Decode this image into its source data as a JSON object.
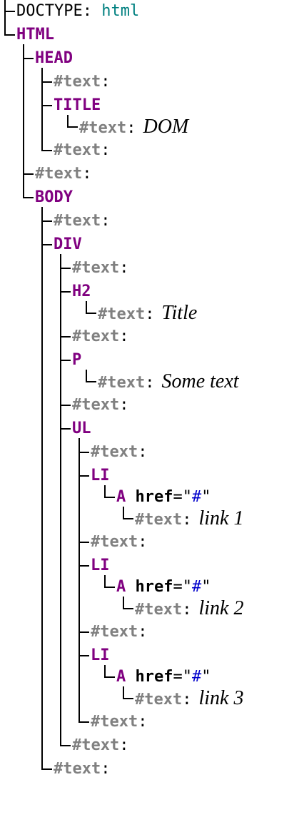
{
  "colors": {
    "tag": "#800080",
    "text_node": "#808080",
    "attr_value": "#0000cc",
    "doctype_value": "#008080",
    "lines": "#000000"
  },
  "nodes": [
    {
      "type": "doctype",
      "label": "DOCTYPE:",
      "value": "html",
      "depth": 0
    },
    {
      "type": "tag",
      "label": "HTML",
      "depth": 0
    },
    {
      "type": "tag",
      "label": "HEAD",
      "depth": 1
    },
    {
      "type": "text",
      "label": "#text",
      "depth": 2
    },
    {
      "type": "tag",
      "label": "TITLE",
      "depth": 2
    },
    {
      "type": "text",
      "label": "#text",
      "content": "DOM",
      "depth": 3,
      "compact": true
    },
    {
      "type": "text",
      "label": "#text",
      "depth": 2
    },
    {
      "type": "text",
      "label": "#text",
      "depth": 1
    },
    {
      "type": "tag",
      "label": "BODY",
      "depth": 1
    },
    {
      "type": "text",
      "label": "#text",
      "depth": 2
    },
    {
      "type": "tag",
      "label": "DIV",
      "depth": 2
    },
    {
      "type": "text",
      "label": "#text",
      "depth": 3
    },
    {
      "type": "tag",
      "label": "H2",
      "depth": 3
    },
    {
      "type": "text",
      "label": "#text",
      "content": "Title",
      "depth": 4,
      "compact": true
    },
    {
      "type": "text",
      "label": "#text",
      "depth": 3
    },
    {
      "type": "tag",
      "label": "P",
      "depth": 3
    },
    {
      "type": "text",
      "label": "#text",
      "content": "Some text",
      "depth": 4,
      "compact": true
    },
    {
      "type": "text",
      "label": "#text",
      "depth": 3
    },
    {
      "type": "tag",
      "label": "UL",
      "depth": 3
    },
    {
      "type": "text",
      "label": "#text",
      "depth": 4
    },
    {
      "type": "tag",
      "label": "LI",
      "depth": 4
    },
    {
      "type": "tag",
      "label": "A",
      "attr_name": "href",
      "attr_eq": "=",
      "attr_quote": "\"",
      "attr_value": "#",
      "depth": 5,
      "compact": true
    },
    {
      "type": "text",
      "label": "#text",
      "content": "link 1",
      "depth": 6,
      "compact": true
    },
    {
      "type": "text",
      "label": "#text",
      "depth": 4
    },
    {
      "type": "tag",
      "label": "LI",
      "depth": 4
    },
    {
      "type": "tag",
      "label": "A",
      "attr_name": "href",
      "attr_eq": "=",
      "attr_quote": "\"",
      "attr_value": "#",
      "depth": 5,
      "compact": true
    },
    {
      "type": "text",
      "label": "#text",
      "content": "link 2",
      "depth": 6,
      "compact": true
    },
    {
      "type": "text",
      "label": "#text",
      "depth": 4
    },
    {
      "type": "tag",
      "label": "LI",
      "depth": 4
    },
    {
      "type": "tag",
      "label": "A",
      "attr_name": "href",
      "attr_eq": "=",
      "attr_quote": "\"",
      "attr_value": "#",
      "depth": 5,
      "compact": true
    },
    {
      "type": "text",
      "label": "#text",
      "content": "link 3",
      "depth": 6,
      "compact": true
    },
    {
      "type": "text",
      "label": "#text",
      "depth": 4
    },
    {
      "type": "text",
      "label": "#text",
      "depth": 3
    },
    {
      "type": "text",
      "label": "#text",
      "depth": 2
    }
  ]
}
